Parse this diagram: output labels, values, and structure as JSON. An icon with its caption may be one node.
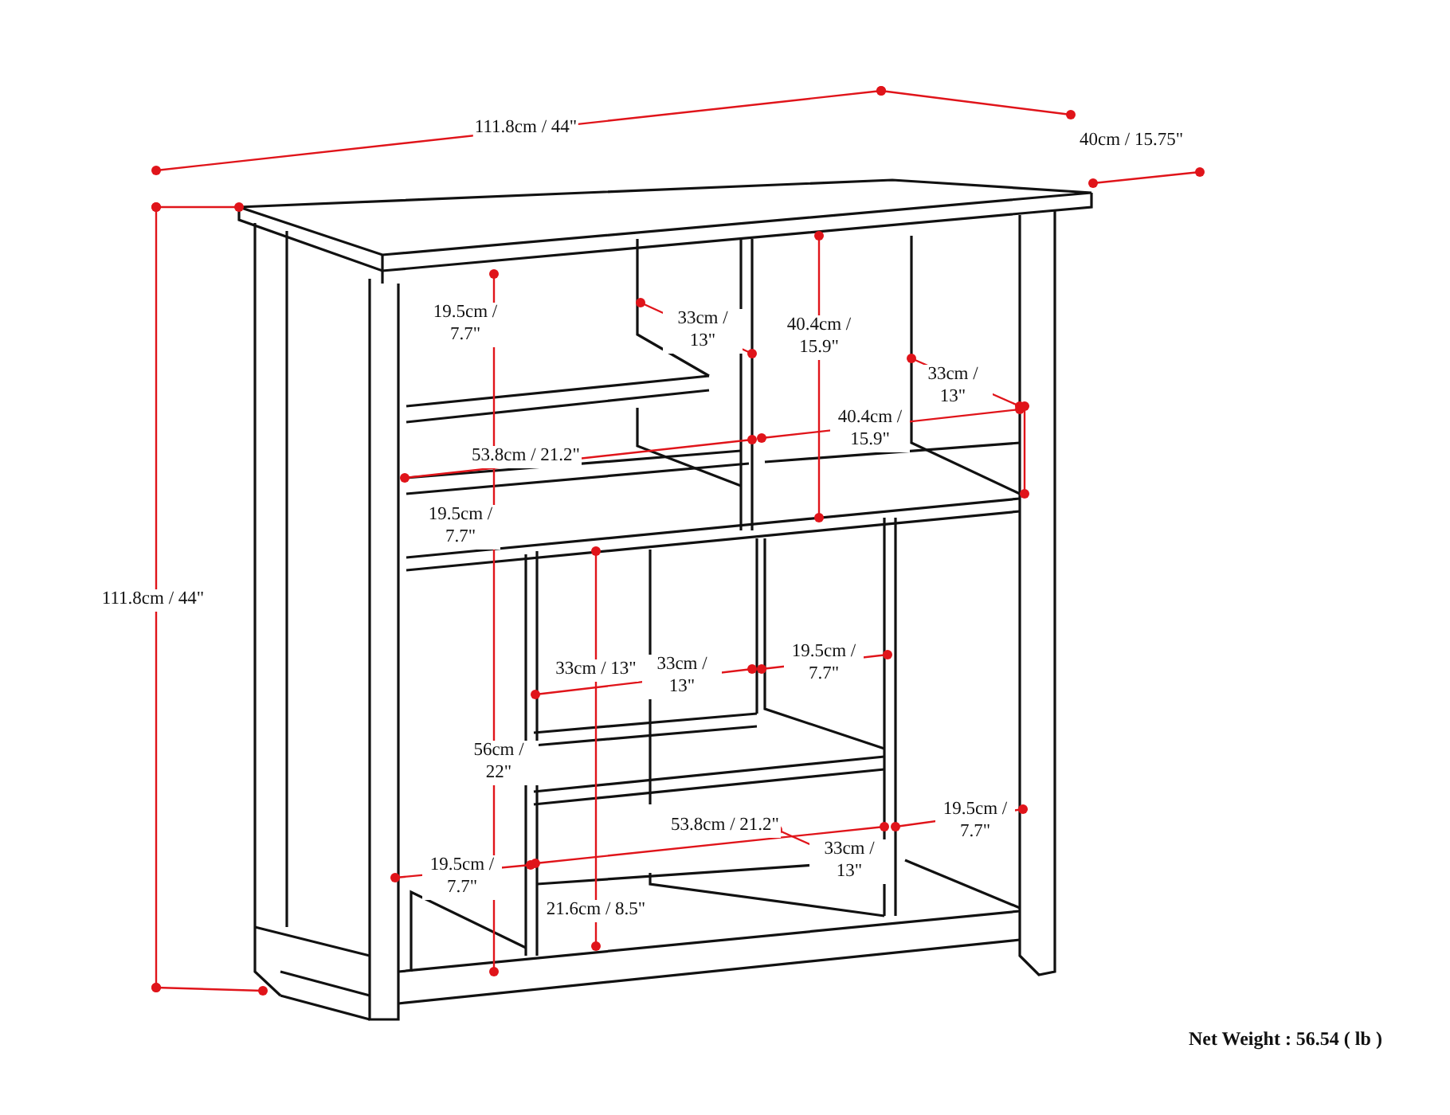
{
  "diagram": {
    "labels": [
      "111.8cm / 44\"",
      "40cm / 15.75\"",
      "19.5cm / 7.7\"",
      "33cm / 13\"",
      "40.4cm / 15.9\"",
      "33cm / 13\"",
      "40.4cm / 15.9\"",
      "53.8cm / 21.2\"",
      "19.5cm / 7.7\"",
      "111.8cm / 44\"",
      "33cm / 13\"",
      "33cm / 13\"",
      "19.5cm / 7.7\"",
      "56cm / 22\"",
      "19.5cm / 7.7\"",
      "53.8cm / 21.2\"",
      "19.5cm / 7.7\"",
      "33cm / 13\"",
      "21.6cm / 8.5\"",
      "Net Weight : 56.54 ( lb )"
    ]
  }
}
